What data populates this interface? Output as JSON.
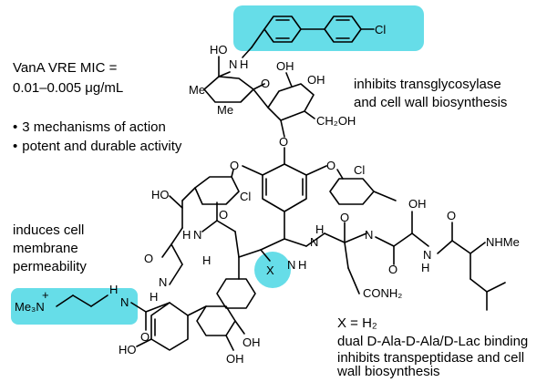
{
  "annotations": {
    "mic_line1": "VanA VRE MIC =",
    "mic_line2": "0.01–0.005 μg/mL",
    "bullets": [
      "3 mechanisms of action",
      "potent and durable activity"
    ],
    "transglycosylase_line1": "inhibits transglycosylase",
    "transglycosylase_line2": "and cell wall biosynthesis",
    "membrane_line1": "induces cell",
    "membrane_line2": "membrane",
    "membrane_line3": "permeability",
    "x_equals": "X = H₂",
    "binding_line1": "dual D-Ala-D-Ala/D-Lac binding",
    "binding_line2": "inhibits transpeptidase and cell",
    "binding_line3": "wall biosynthesis"
  },
  "atom_labels": {
    "cl_biphenyl": "Cl",
    "ho_sugar": "HO",
    "nh_sugar": "N",
    "h_sugar": "H",
    "me_sugar_1": "Me",
    "me_sugar_2": "Me",
    "oh_sugar": "OH",
    "oh_sugar_2": "OH",
    "ch2oh": "CH₂OH",
    "o_glyc": "O",
    "o_ring": "O",
    "o_ether_left": "O",
    "o_ether_right": "O",
    "cl_left": "Cl",
    "cl_right": "Cl",
    "oh_left": "HO",
    "oh_right": "OH",
    "nhme": "NHMe",
    "x": "X",
    "conh2": "CONH₂",
    "me3n": "Me₃N",
    "h_amine": "H",
    "n_amine": "N",
    "ho_bottom": "HO",
    "oh_bottom_1": "OH",
    "oh_bottom_2": "OH",
    "nh_labels": [
      "H",
      "N",
      "H",
      "N",
      "H",
      "N",
      "H",
      "N",
      "H",
      "N",
      "N",
      "H"
    ],
    "o_labels": [
      "O",
      "O",
      "O",
      "O",
      "O",
      "O"
    ]
  },
  "highlight_color": "#66dde8"
}
